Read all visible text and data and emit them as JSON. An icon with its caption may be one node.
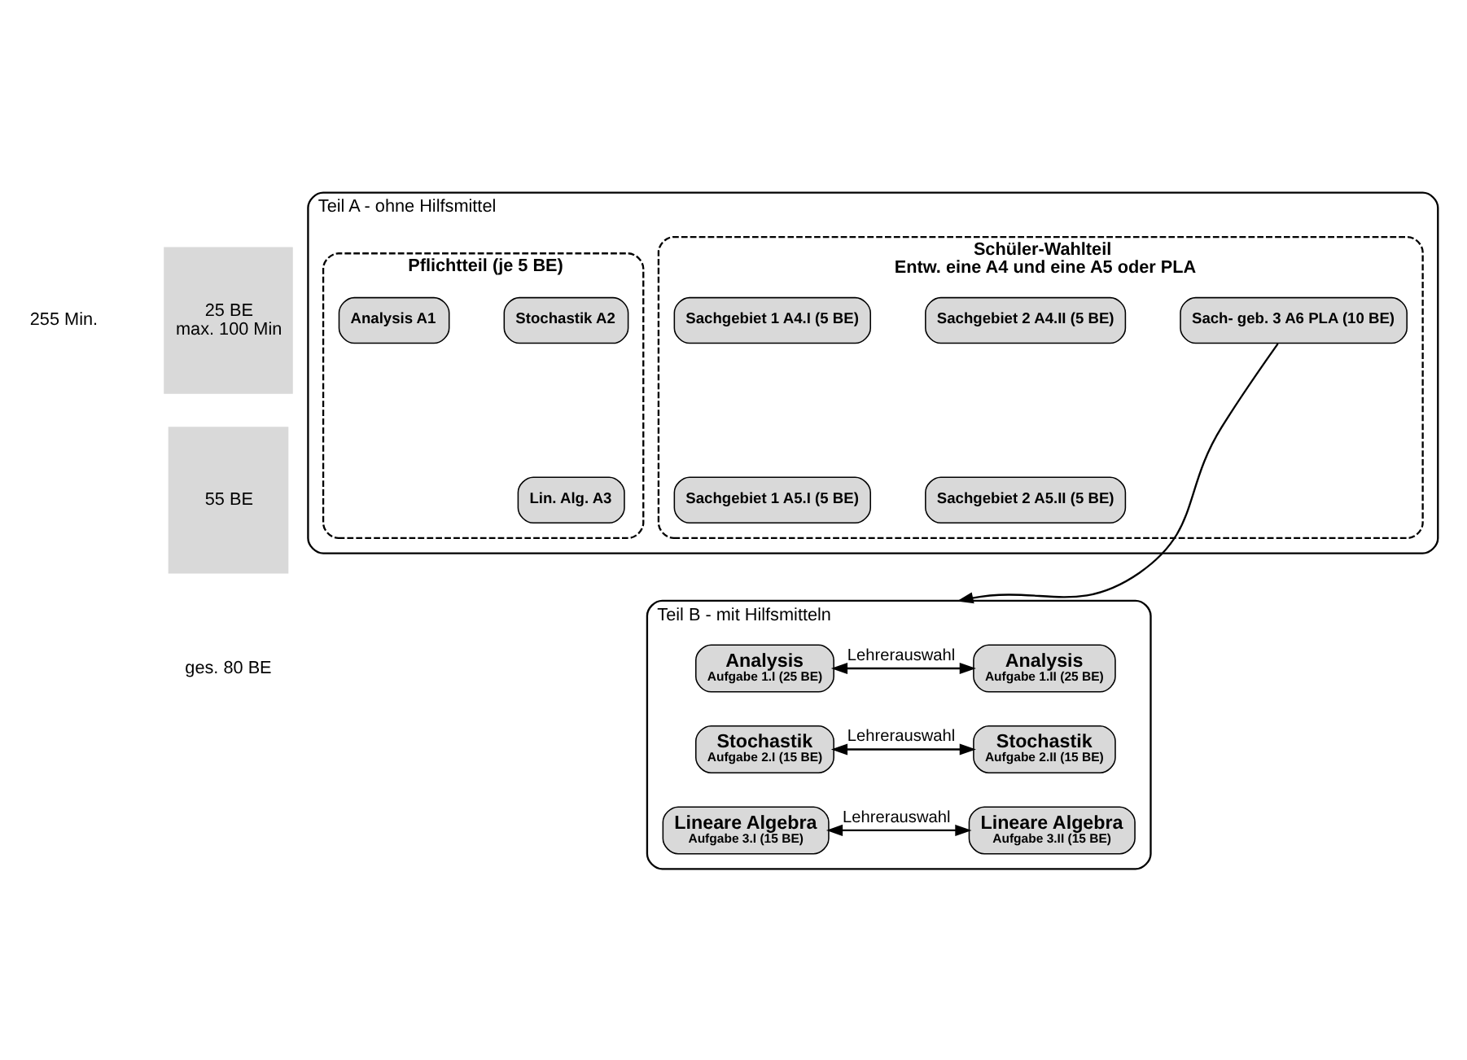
{
  "diagram": {
    "nodes": [
      {
        "text": [
          "Teil A - ohne Hilfsmittel"
        ]
      },
      {
        "text": [
          "Pflichtteil (je 5 BE)"
        ],
        "in": 0
      },
      {
        "text": [
          "Analysis A1"
        ],
        "in": 1
      },
      {
        "text": [
          "Stochastik A2"
        ],
        "in": 1
      },
      {
        "text": [
          "Lin. Alg. A3"
        ],
        "in": 1
      },
      {
        "text": [
          "Schüler-Wahlteil",
          "Entw. eine A4 und eine A5 oder PLA"
        ],
        "in": 0
      },
      {
        "text": [
          "Sachgebiet 1 A4.I (5 BE)"
        ],
        "in": 5
      },
      {
        "text": [
          "Sachgebiet 2 A4.II (5 BE)"
        ],
        "in": 5
      },
      {
        "text": [
          "Sach- geb. 3 A6 PLA (10 BE)"
        ],
        "in": 5
      },
      {
        "text": [
          "Sachgebiet 1 A5.I (5 BE)"
        ],
        "in": 5
      },
      {
        "text": [
          "Sachgebiet 2 A5.II (5 BE)"
        ],
        "in": 5
      },
      {
        "text": [
          "Teil B - mit Hilfsmitteln"
        ]
      },
      {
        "text": [
          "Analysis",
          "Aufgabe 1.I (25 BE)"
        ],
        "in": 11
      },
      {
        "text": [
          "Analysis",
          "Aufgabe 1.II (25 BE)"
        ],
        "in": 11
      },
      {
        "text": [
          "Stochastik",
          "Aufgabe 2.I (15 BE)"
        ],
        "in": 11
      },
      {
        "text": [
          "Stochastik",
          "Aufgabe 2.II (15 BE)"
        ],
        "in": 11
      },
      {
        "text": [
          "Lineare Algebra",
          "Aufgabe 3.I (15 BE)"
        ],
        "in": 11
      },
      {
        "text": [
          "Lineare Algebra",
          "Aufgabe 3.II (15 BE)"
        ],
        "in": 11
      },
      {
        "text": [
          "25 BE",
          "max. 100 Min"
        ]
      },
      {
        "text": [
          "55 BE"
        ]
      }
    ],
    "edges": [
      {
        "from": 12,
        "to": 13,
        "arrow": "both",
        "label": "Lehrerauswahl"
      },
      {
        "from": 14,
        "to": 15,
        "arrow": "both",
        "label": "Lehrerauswahl"
      },
      {
        "from": 16,
        "to": 17,
        "arrow": "both",
        "label": "Lehrerauswahl"
      },
      {
        "from": 8,
        "to": 11,
        "arrow": "to"
      }
    ],
    "labels": [
      "255 Min.",
      "ges. 80 BE"
    ]
  }
}
